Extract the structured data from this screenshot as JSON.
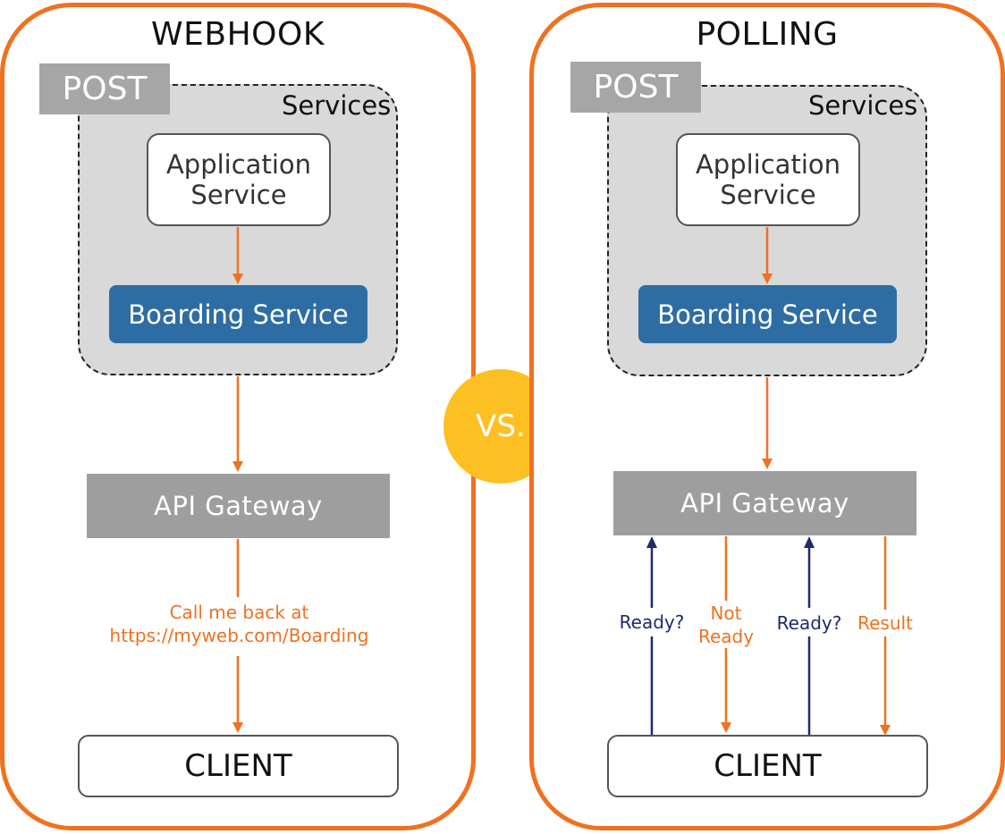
{
  "webhook": {
    "title": "WEBHOOK",
    "post_label": "POST",
    "services_label": "Services",
    "application_service": [
      "Application",
      "Service"
    ],
    "boarding_service": "Boarding Service",
    "api_gateway": "API Gateway",
    "callback_label": [
      "Call me back at",
      "https://myweb.com/Boarding"
    ],
    "client": "CLIENT"
  },
  "vs_label": "VS.",
  "polling": {
    "title": "POLLING",
    "post_label": "POST",
    "services_label": "Services",
    "application_service": [
      "Application",
      "Service"
    ],
    "boarding_service": "Boarding Service",
    "api_gateway": "API Gateway",
    "exchanges": [
      {
        "label": "Ready?",
        "direction": "up",
        "color": "#1f2a6b"
      },
      {
        "label": [
          "Not",
          "Ready"
        ],
        "direction": "down",
        "color": "#f07120"
      },
      {
        "label": "Ready?",
        "direction": "up",
        "color": "#1f2a6b"
      },
      {
        "label": "Result",
        "direction": "down",
        "color": "#f07120"
      }
    ],
    "client": "CLIENT"
  },
  "colors": {
    "panel_border": "#f07120",
    "boarding_service": "#2e6da4",
    "api_gateway": "#9e9e9e",
    "vs_circle": "#fdc023",
    "request_arrow": "#1f2a6b",
    "response_arrow": "#f07120"
  }
}
